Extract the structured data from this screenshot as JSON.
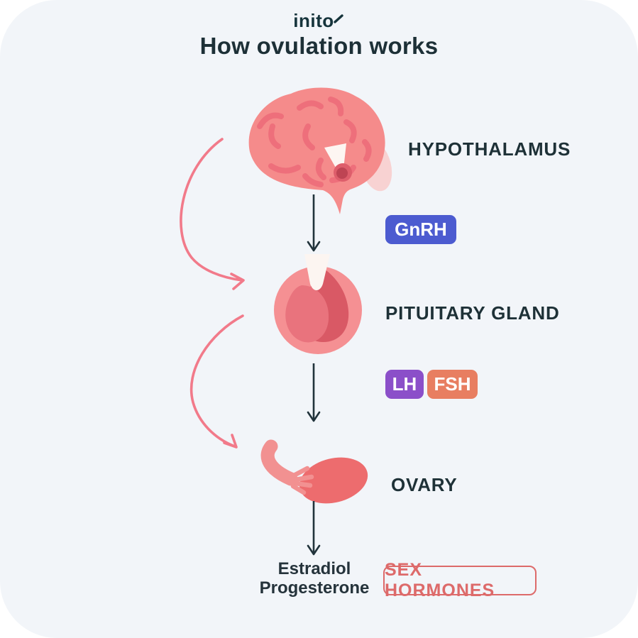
{
  "logo": {
    "text": "init"
  },
  "title": "How ovulation works",
  "nodes": [
    {
      "id": "hypothalamus",
      "label": "HYPOTHALAMUS",
      "icon": "brain-icon"
    },
    {
      "id": "pituitary-gland",
      "label": "PITUITARY GLAND",
      "icon": "pituitary-icon"
    },
    {
      "id": "ovary",
      "label": "OVARY",
      "icon": "ovary-icon"
    }
  ],
  "hormone_badges": [
    {
      "id": "gnrh",
      "label": "GnRH",
      "color": "#4C5BD0",
      "text_color": "#FFFFFF"
    },
    {
      "id": "lh",
      "label": "LH",
      "color": "#8B4FC9",
      "text_color": "#FFFFFF"
    },
    {
      "id": "fsh",
      "label": "FSH",
      "color": "#E87E61",
      "text_color": "#FFFFFF"
    }
  ],
  "output": {
    "line1": "Estradiol",
    "line2": "Progesterone",
    "badge_label": "SEX HORMONES",
    "badge_color": "#DD6A6A"
  },
  "icons": [
    {
      "name": "logo-tail-icon",
      "depicts": "small arrow tail on the logo o"
    },
    {
      "name": "brain-icon",
      "depicts": "brain with hypothalamus highlighted"
    },
    {
      "name": "pituitary-icon",
      "depicts": "pituitary gland close-up"
    },
    {
      "name": "ovary-icon",
      "depicts": "ovary with fallopian tube fimbriae"
    },
    {
      "name": "down-arrow-icon",
      "depicts": "straight downward flow arrow"
    },
    {
      "name": "curved-feedback-arrow-icon",
      "depicts": "curved pink connector arrow"
    }
  ],
  "colors": {
    "card_background": "#F2F5F9",
    "heading_text": "#1E3137",
    "organ_pink": "#F58B8B",
    "organ_detail_pink": "#EE6F7B",
    "organ_dark_red": "#D95965",
    "curved_arrow_pink": "#F27A8A",
    "straight_arrow_dark": "#21333B"
  }
}
